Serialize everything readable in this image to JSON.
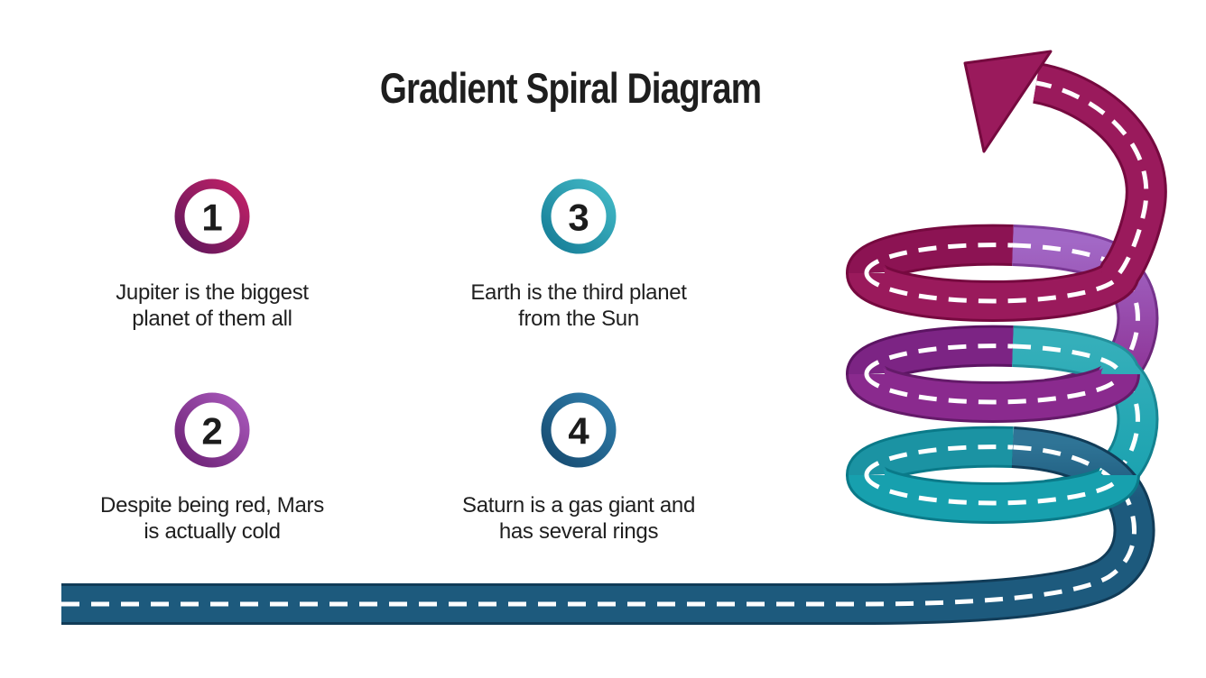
{
  "title": "Gradient Spiral Diagram",
  "items": [
    {
      "number": "1",
      "text": "Jupiter is the biggest\nplanet of them all",
      "ring": {
        "from": "#5E175C",
        "to": "#C42167"
      }
    },
    {
      "number": "2",
      "text": "Despite being red, Mars\nis actually cold",
      "ring": {
        "from": "#6B2073",
        "to": "#AA5ABD"
      }
    },
    {
      "number": "3",
      "text": "Earth is the third planet\nfrom the Sun",
      "ring": {
        "from": "#157C96",
        "to": "#43BAC7"
      }
    },
    {
      "number": "4",
      "text": "Saturn is a gas giant and\nhas several rings",
      "ring": {
        "from": "#16496E",
        "to": "#3080AE"
      }
    }
  ],
  "spiral": {
    "colors": {
      "crimson": "#9A1A5C",
      "purple": "#8A2A8E",
      "teal": "#17A0AE",
      "blue": "#1D5A7D",
      "light_purple": "#A268C6",
      "light_teal": "#35AFBA",
      "light_blue": "#2F7496",
      "lane_marking": "#FFFFFF"
    }
  }
}
